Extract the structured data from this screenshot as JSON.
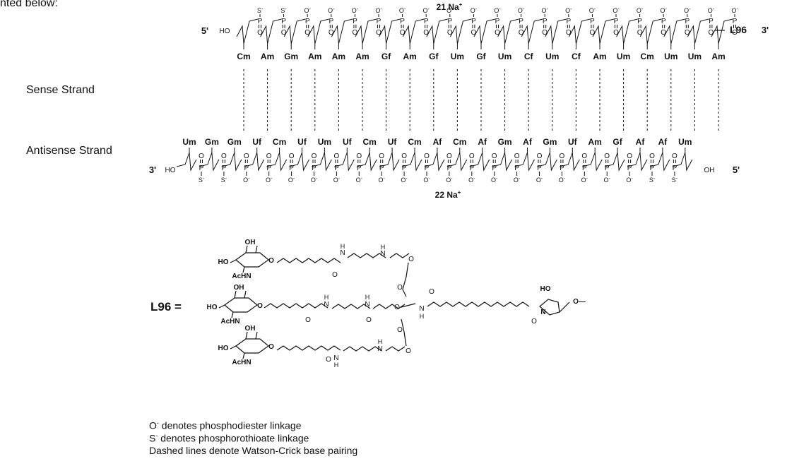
{
  "header_text": "nted below:",
  "sense": {
    "label": "Sense Strand",
    "counter_ion": "21 Na+",
    "end_5": "5'",
    "end_3": "3'",
    "left_group": "HO",
    "conjugate": "L96",
    "nucleotides": [
      "Cm",
      "Am",
      "Gm",
      "Am",
      "Am",
      "Am",
      "Gf",
      "Am",
      "Gf",
      "Um",
      "Gf",
      "Um",
      "Cf",
      "Um",
      "Cf",
      "Am",
      "Um",
      "Cm",
      "Um",
      "Um",
      "Am"
    ],
    "linkages": [
      "S-",
      "S-",
      "O-",
      "O-",
      "O-",
      "O-",
      "O-",
      "O-",
      "O-",
      "O-",
      "O-",
      "O-",
      "O-",
      "O-",
      "O-",
      "O-",
      "O-",
      "O-",
      "O-",
      "O-",
      "O-"
    ],
    "phosphorus": "P",
    "oxygen": "O"
  },
  "antisense": {
    "label": "Antisense Strand",
    "counter_ion": "22 Na+",
    "end_3": "3'",
    "end_5": "5'",
    "left_group": "HO",
    "right_group": "OH",
    "nucleotides": [
      "Um",
      "Gm",
      "Gm",
      "Uf",
      "Cm",
      "Uf",
      "Um",
      "Uf",
      "Cm",
      "Uf",
      "Cm",
      "Af",
      "Cm",
      "Af",
      "Gm",
      "Af",
      "Gm",
      "Uf",
      "Am",
      "Gf",
      "Af",
      "Af",
      "Um"
    ],
    "linkages": [
      "S-",
      "S-",
      "O-",
      "O-",
      "O-",
      "O-",
      "O-",
      "O-",
      "O-",
      "O-",
      "O-",
      "O-",
      "O-",
      "O-",
      "O-",
      "O-",
      "O-",
      "O-",
      "O-",
      "O-",
      "S-",
      "S-"
    ]
  },
  "l96": {
    "label": "L96 =",
    "atom_labels": {
      "OH": "OH",
      "HO": "HO",
      "AcHN": "AcHN",
      "N": "N",
      "H": "H",
      "O": "O",
      "tail": "O—"
    }
  },
  "legend": {
    "phosphodiester": {
      "symbol": "O",
      "sign": "-",
      "text": " denotes phosphodiester linkage"
    },
    "phosphorothioate": {
      "symbol": "S",
      "sign": "-",
      "text": " denotes phosphorothioate linkage"
    },
    "base_pairing": "Dashed lines denote Watson-Crick base pairing"
  }
}
